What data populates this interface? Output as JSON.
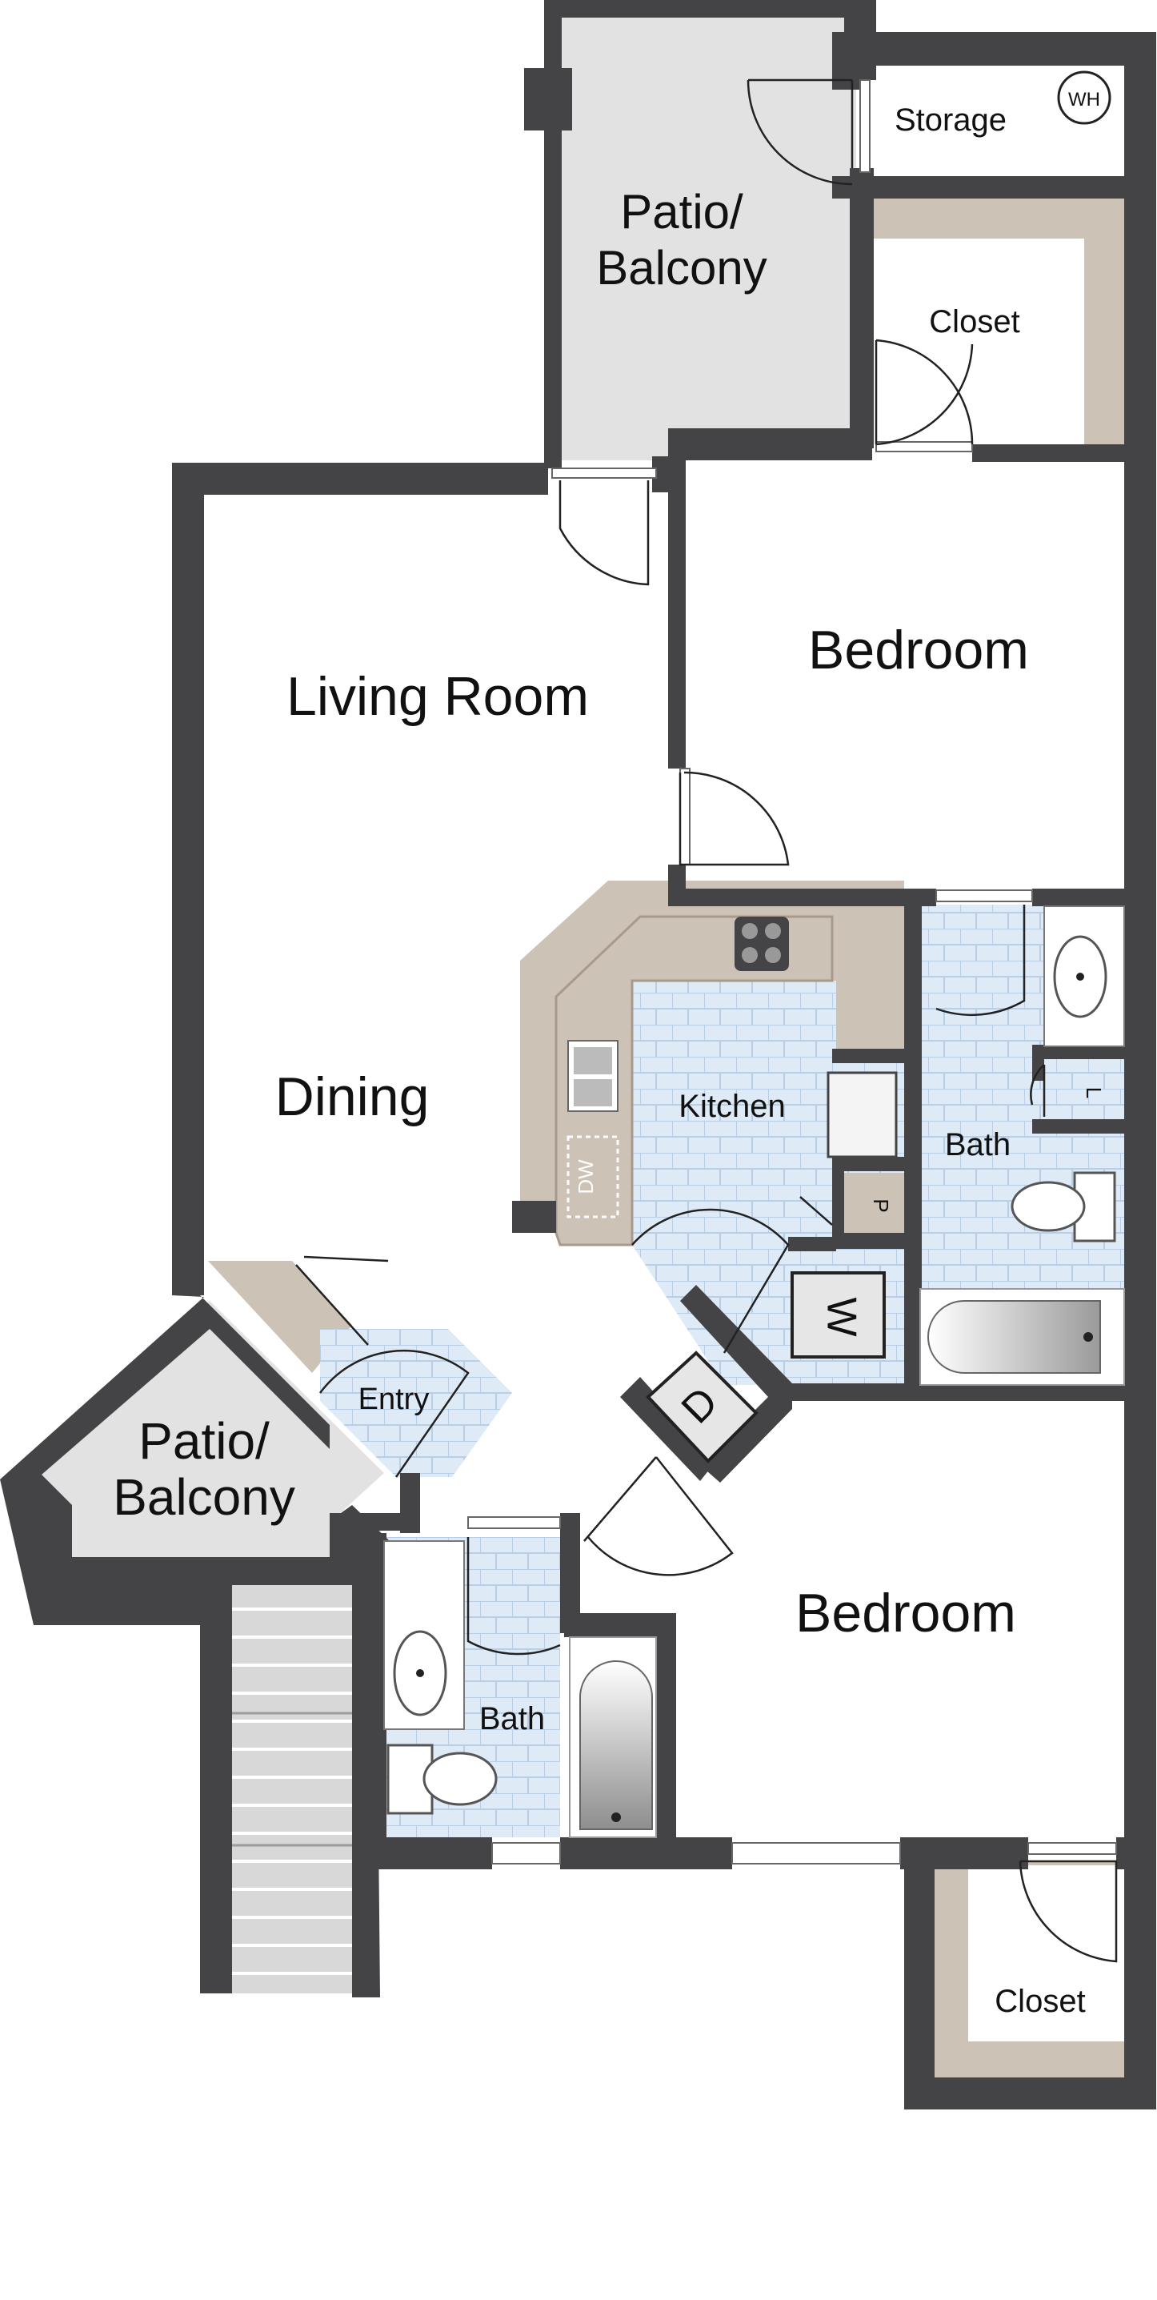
{
  "rooms": {
    "patio_top": [
      "Patio/",
      "Balcony"
    ],
    "storage": "Storage",
    "water_heater": "WH",
    "closet_top": "Closet",
    "bedroom_top": "Bedroom",
    "living_room": "Living Room",
    "dining": "Dining",
    "kitchen": "Kitchen",
    "dishwasher": "DW",
    "pantry": "P",
    "linen": "L",
    "bath_right": "Bath",
    "washer": "W",
    "dryer": "D",
    "entry": "Entry",
    "patio_left": [
      "Patio/",
      "Balcony"
    ],
    "bath_lower": "Bath",
    "bedroom_bottom": "Bedroom",
    "closet_bottom": "Closet"
  },
  "colors": {
    "wall": "#444446",
    "tile": "#dfeaf7",
    "tile_line": "#b9cfe8",
    "patio": "#e2e2e2",
    "counter": "#ccc2b6",
    "closet_shelf": "#ccc2b6",
    "fixture": "#ffffff"
  }
}
